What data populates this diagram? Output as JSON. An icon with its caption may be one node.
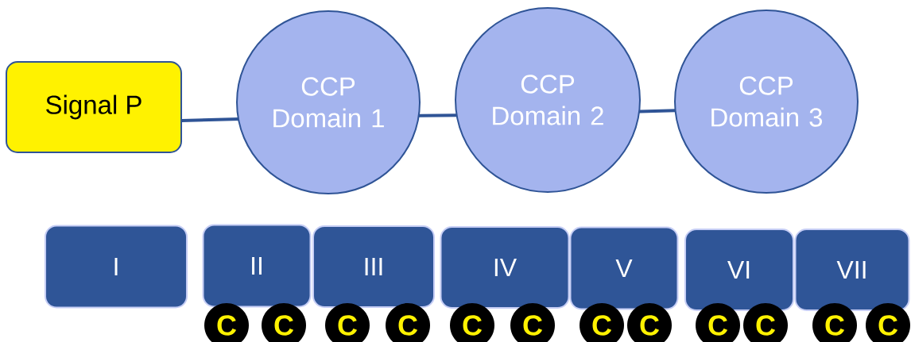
{
  "diagram": {
    "nodes": [
      {
        "text": [
          "Signal P"
        ]
      },
      {
        "text": [
          "CCP Domain 1"
        ]
      },
      {
        "text": [
          "CCP Domain 2"
        ]
      },
      {
        "text": [
          "CCP Domain 3"
        ]
      },
      {
        "text": [
          "I"
        ]
      },
      {
        "text": [
          "II"
        ]
      },
      {
        "text": [
          "III"
        ]
      },
      {
        "text": [
          "IV"
        ]
      },
      {
        "text": [
          "V"
        ]
      },
      {
        "text": [
          "VI"
        ]
      },
      {
        "text": [
          "VII"
        ]
      },
      {
        "text": [
          "C"
        ]
      },
      {
        "text": [
          "C"
        ]
      },
      {
        "text": [
          "C"
        ]
      },
      {
        "text": [
          "C"
        ]
      },
      {
        "text": [
          "C"
        ]
      },
      {
        "text": [
          "C"
        ]
      },
      {
        "text": [
          "C"
        ]
      },
      {
        "text": [
          "C"
        ]
      },
      {
        "text": [
          "C"
        ]
      },
      {
        "text": [
          "C"
        ]
      },
      {
        "text": [
          "C"
        ]
      },
      {
        "text": [
          "C"
        ]
      }
    ],
    "edges": [
      {
        "from": 0,
        "to": 1,
        "arrow": "none"
      },
      {
        "from": 1,
        "to": 2,
        "arrow": "none"
      },
      {
        "from": 2,
        "to": 3,
        "arrow": "none"
      }
    ]
  }
}
